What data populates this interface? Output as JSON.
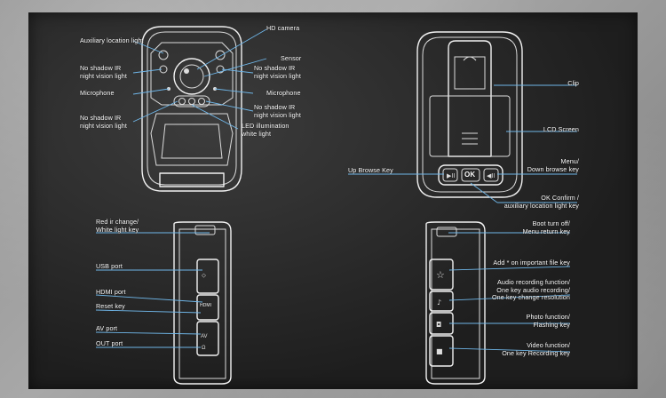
{
  "labels": {
    "aux_location_light": "Auxiliary location light",
    "hd_camera": "HD camera",
    "sensor": "Sensor",
    "ir_left_top": "No shadow IR\nnight vision light",
    "ir_right_top": "No shadow IR\nnight vision light",
    "microphone_left": "Microphone",
    "microphone_right": "Microphone",
    "ir_left_bottom": "No shadow IR\nnight vision light",
    "ir_right_bottom": "No shadow IR\nnight vision light",
    "led_illumination": "LED illumination\nwhite light",
    "clip": "Clip",
    "lcd_screen": "LCD Screen",
    "menu_down": "Menu/\nDown browse key",
    "up_browse": "Up Browse Key",
    "ok_confirm": "OK Confirm /\nauxiliary location light key",
    "red_ir_change": "Red ir change/\nWhite light key",
    "usb_port": "USB port",
    "hdmi_port": "HDMI port",
    "reset_key": "Reset key",
    "av_port": "AV port",
    "out_port": "OUT port",
    "boot_turn_off": "Boot turn off/\nMenu return key",
    "important_file": "Add * on important file key",
    "audio_recording": "Audio recording function/\nOne key audio recording/\nOne key change resolution",
    "photo_function": "Photo function/\nFlashing key",
    "video_function": "Video function/\nOne key Recording key"
  },
  "buttons": {
    "ok": "OK",
    "hdmi": "HDMI"
  }
}
